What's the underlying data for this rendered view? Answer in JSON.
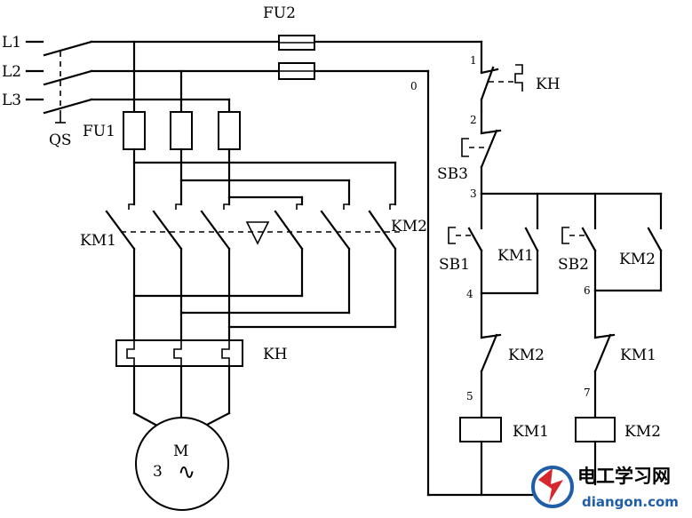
{
  "labels": {
    "l1": "L1",
    "l2": "L2",
    "l3": "L3",
    "qs": "QS",
    "fu1": "FU1",
    "fu2": "FU2",
    "km1_main": "KM1",
    "km2_main": "KM2",
    "kh_main": "KH",
    "motor_m": "M",
    "motor_3": "3",
    "motor_ac": "∿",
    "kh_ctrl": "KH",
    "sb3": "SB3",
    "sb1": "SB1",
    "sb2": "SB2",
    "km1_hold": "KM1",
    "km2_hold": "KM2",
    "km2_interlock": "KM2",
    "km1_interlock": "KM1",
    "km1_coil": "KM1",
    "km2_coil": "KM2"
  },
  "nodes": {
    "n0": "0",
    "n1": "1",
    "n2": "2",
    "n3": "3",
    "n4": "4",
    "n5": "5",
    "n6": "6",
    "n7": "7"
  },
  "watermark": {
    "cn": "电工学习网",
    "en": "diangon.com",
    "accent": "#1f5fa8",
    "logo_red": "#d7282f"
  }
}
